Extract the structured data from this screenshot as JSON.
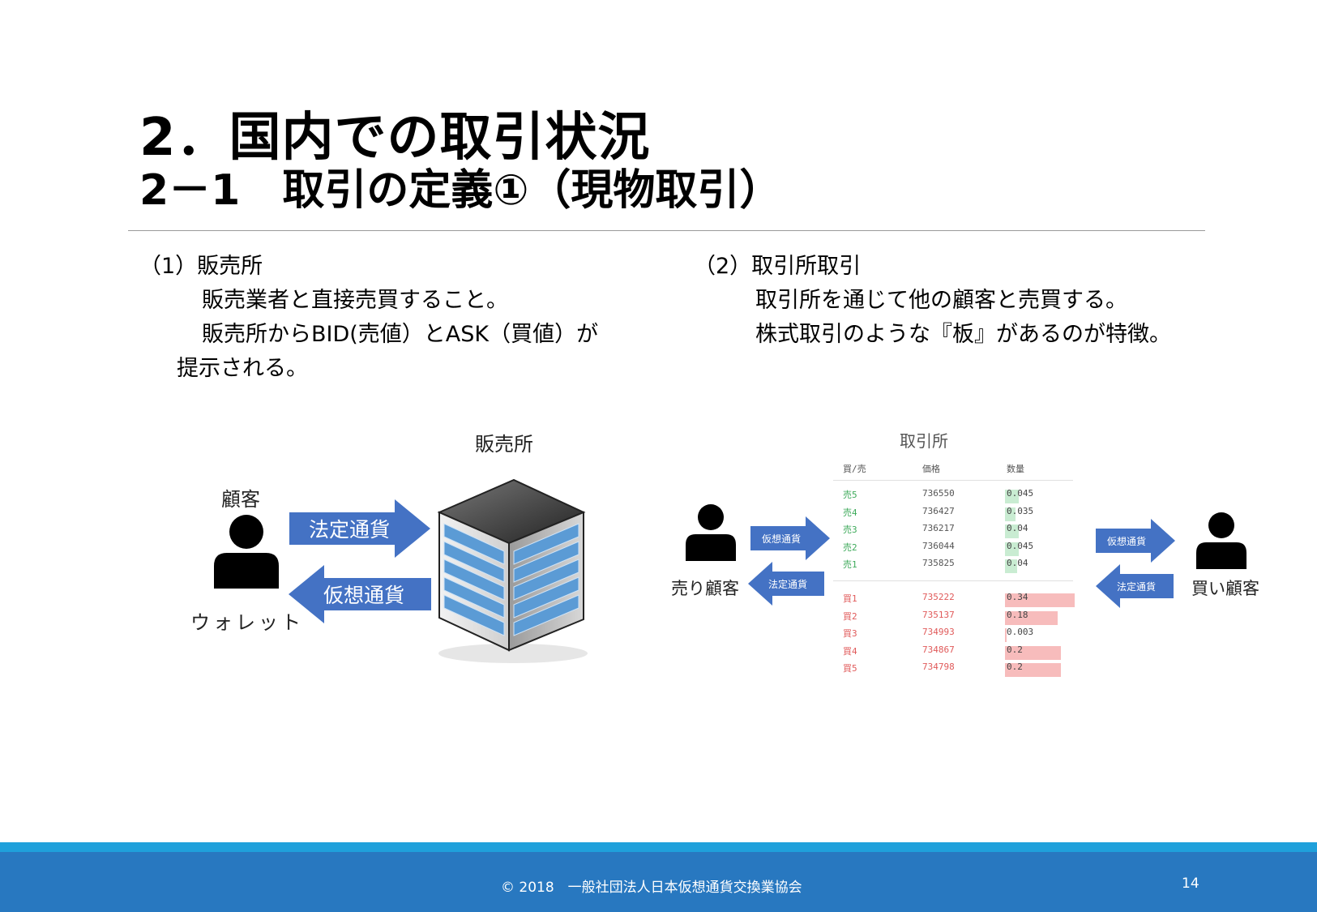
{
  "title": {
    "line1": "2．国内での取引状況",
    "line2": "2－1　取引の定義①（現物取引）"
  },
  "left": {
    "heading": "（1）販売所",
    "line1": "販売業者と直接売買すること。",
    "line2": "販売所からBID(売値）とASK（買値）が",
    "line3": "提示される。"
  },
  "right": {
    "heading": "（2）取引所取引",
    "line1": "取引所を通じて他の顧客と売買する。",
    "line2": "株式取引のような『板』があるのが特徴。"
  },
  "left_diagram": {
    "building_label": "販売所",
    "customer_label": "顧客",
    "wallet_label": "ウォレット",
    "arrow_right_label": "法定通貨",
    "arrow_left_label": "仮想通貨",
    "arrow_color": "#4472c4"
  },
  "right_diagram": {
    "exchange_label": "取引所",
    "seller_label": "売り顧客",
    "buyer_label": "買い顧客",
    "left_arrow_right_label": "仮想通貨",
    "left_arrow_left_label": "法定通貨",
    "right_arrow_right_label": "仮想通貨",
    "right_arrow_left_label": "法定通貨",
    "orderbook": {
      "headers": [
        "買/売",
        "価格",
        "数量"
      ],
      "sell_color": "#3daa5a",
      "buy_color": "#e05a5a",
      "asks": [
        {
          "side": "売5",
          "price": "736550",
          "qty": "0.045",
          "fill": 0.2
        },
        {
          "side": "売4",
          "price": "736427",
          "qty": "0.035",
          "fill": 0.15
        },
        {
          "side": "売3",
          "price": "736217",
          "qty": "0.04",
          "fill": 0.2
        },
        {
          "side": "売2",
          "price": "736044",
          "qty": "0.045",
          "fill": 0.2
        },
        {
          "side": "売1",
          "price": "735825",
          "qty": "0.04",
          "fill": 0.18
        }
      ],
      "bids": [
        {
          "side": "買1",
          "price": "735222",
          "qty": "0.34",
          "fill": 1.0
        },
        {
          "side": "買2",
          "price": "735137",
          "qty": "0.18",
          "fill": 0.75
        },
        {
          "side": "買3",
          "price": "734993",
          "qty": "0.003",
          "fill": 0.02
        },
        {
          "side": "買4",
          "price": "734867",
          "qty": "0.2",
          "fill": 0.8
        },
        {
          "side": "買5",
          "price": "734798",
          "qty": "0.2",
          "fill": 0.8
        }
      ]
    }
  },
  "footer": {
    "copyright": "© 2018　一般社団法人日本仮想通貨交換業協会",
    "page_number": "14"
  }
}
